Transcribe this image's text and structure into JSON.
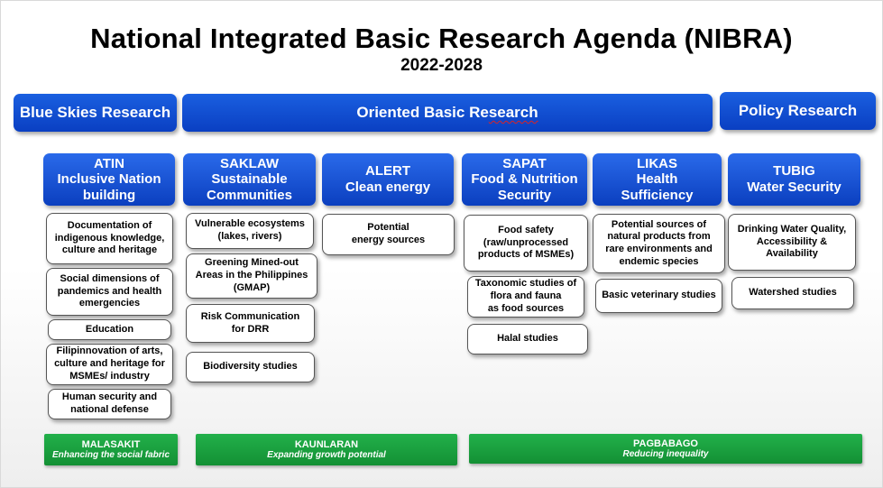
{
  "title": "National Integrated Basic Research Agenda (NIBRA)",
  "subtitle": "2022-2028",
  "headers": {
    "blue_skies": "Blue Skies Research",
    "oriented_pre": "Oriented Basic Re",
    "oriented_post": "search",
    "policy": "Policy Research"
  },
  "categories": [
    {
      "line1": "ATIN",
      "line2": "Inclusive Nation",
      "line3": "building"
    },
    {
      "line1": "SAKLAW",
      "line2": "Sustainable",
      "line3": "Communities"
    },
    {
      "line1": "ALERT",
      "line2": "Clean energy"
    },
    {
      "line1": "SAPAT",
      "line2": "Food & Nutrition",
      "line3": "Security"
    },
    {
      "line1": "LIKAS",
      "line2": "Health",
      "line3": "Sufficiency"
    },
    {
      "line1": "TUBIG",
      "line2": "Water Security"
    }
  ],
  "topics": {
    "atin": [
      {
        "l1": "Documentation of",
        "l2": "indigenous knowledge,",
        "l3": "culture and heritage"
      },
      {
        "l1": "Social dimensions of",
        "l2": "pandemics and health",
        "l3": "emergencies"
      },
      {
        "l1": "Education"
      },
      {
        "l1": "Filipinnovation of arts,",
        "l2": "culture and heritage for",
        "l3": "MSMEs/ industry"
      },
      {
        "l1": "Human security and",
        "l2": "national defense"
      }
    ],
    "saklaw": [
      {
        "l1": "Vulnerable ecosystems",
        "l2": "(lakes, rivers)"
      },
      {
        "l1": "Greening Mined-out",
        "l2": "Areas in the Philippines",
        "l3": "(GMAP)"
      },
      {
        "l1": "Risk Communication",
        "l2": "for DRR"
      },
      {
        "l1": "Biodiversity studies"
      }
    ],
    "alert": [
      {
        "l1": "Potential",
        "l2": "energy sources"
      }
    ],
    "sapat": [
      {
        "l1": "Food safety",
        "l2": "(raw/unprocessed",
        "l3": "products of MSMEs)"
      },
      {
        "l1": "Taxonomic studies of",
        "l2": "flora and fauna",
        "l3": "as food sources"
      },
      {
        "l1": "Halal studies"
      }
    ],
    "likas": [
      {
        "l1": "Potential sources of",
        "l2": "natural products from",
        "l3": "rare environments and",
        "l4": "endemic species"
      },
      {
        "l1": "Basic veterinary studies"
      }
    ],
    "tubig": [
      {
        "l1": "Drinking Water Quality,",
        "l2": "Accessibility &",
        "l3": "Availability"
      },
      {
        "l1": "Watershed studies"
      }
    ]
  },
  "pillars": [
    {
      "name": "MALASAKIT",
      "sub": "Enhancing the social fabric"
    },
    {
      "name": "KAUNLARAN",
      "sub": "Expanding growth potential"
    },
    {
      "name": "PAGBABAGO",
      "sub": "Reducing inequality"
    }
  ]
}
